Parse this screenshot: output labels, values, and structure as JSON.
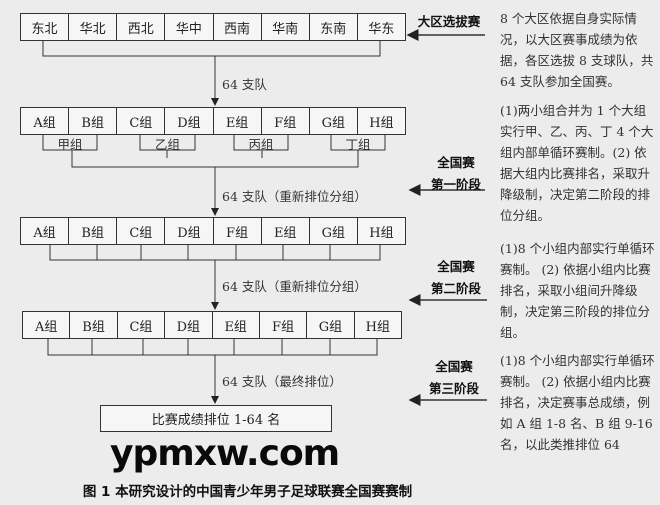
{
  "regions": [
    "东北",
    "华北",
    "西北",
    "华中",
    "西南",
    "华南",
    "东南",
    "华东"
  ],
  "groups_stage1": [
    "A组",
    "B组",
    "C组",
    "D组",
    "E组",
    "F组",
    "G组",
    "H组"
  ],
  "merged_groups": [
    "甲组",
    "乙组",
    "丙组",
    "丁组"
  ],
  "groups_stage2": [
    "A组",
    "B组",
    "C组",
    "D组",
    "F组",
    "E组",
    "G组",
    "H组"
  ],
  "groups_stage3": [
    "A组",
    "B组",
    "C组",
    "D组",
    "E组",
    "F组",
    "G组",
    "H组"
  ],
  "flow_labels": [
    "64 支队",
    "64 支队（重新排位分组）",
    "64 支队（重新排位分组）",
    "64 支队（最终排位）"
  ],
  "final_box": "比赛成绩排位 1-64 名",
  "stages": [
    {
      "line1": "大区选拔赛",
      "line2": ""
    },
    {
      "line1": "全国赛",
      "line2": "第一阶段"
    },
    {
      "line1": "全国赛",
      "line2": "第二阶段"
    },
    {
      "line1": "全国赛",
      "line2": "第三阶段"
    }
  ],
  "descriptions": [
    "8 个大区依据自身实际情况，以大区赛事成绩为依据，各区选拔 8 支球队，共 64 支队参加全国赛。",
    "(1)两小组合并为 1 个大组实行甲、乙、丙、丁 4 个大组内部单循环赛制。(2) 依据大组内比赛排名，采取升降级制，决定第二阶段的排位分组。",
    "(1)8 个小组内部实行单循环赛制。 (2) 依据小组内比赛排名，采取小组间升降级制，决定第三阶段的排位分组。",
    "(1)8 个小组内部实行单循环赛制。 (2) 依据小组内比赛排名，决定赛事总成绩，例如 A 组 1-8 名、B 组 9-16 名，以此类推排位 64"
  ],
  "caption": "图 1  本研究设计的中国青少年男子足球联赛全国赛赛制",
  "watermark": "ypmxw.com"
}
